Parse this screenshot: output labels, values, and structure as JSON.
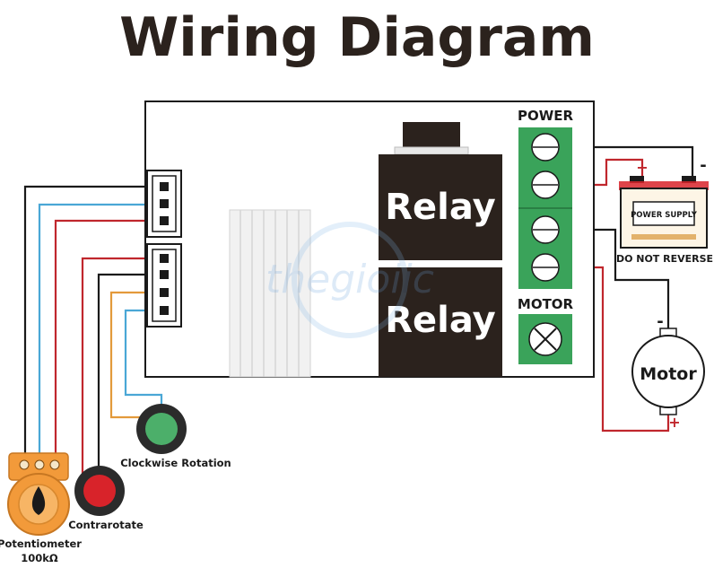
{
  "title": "Wiring Diagram",
  "watermark": "thegioiic",
  "board": {
    "relay_top_label": "Relay",
    "relay_bottom_label": "Relay",
    "power_terminal_label": "POWER",
    "motor_terminal_label": "MOTOR"
  },
  "power_supply": {
    "label": "POWER SUPPLY",
    "plus": "+",
    "minus": "-",
    "warning": "DO NOT REVERSE"
  },
  "motor": {
    "label": "Motor",
    "minus": "-",
    "plus": "+"
  },
  "buttons": {
    "clockwise_label": "Clockwise Rotation",
    "contrarotate_label": "Contrarotate"
  },
  "potentiometer": {
    "label": "Potentiometer",
    "value": "100kΩ"
  },
  "colors": {
    "title": "#2b221d",
    "wire_black": "#1a1a1a",
    "wire_red": "#c0272d",
    "wire_blue": "#4aa7d6",
    "wire_orange": "#e39a3b",
    "terminal_green": "#3aa35a",
    "relay_body": "#2b221d",
    "button_green": "#4caf6a",
    "button_red": "#d8232a",
    "pot_orange": "#f29a3a"
  }
}
